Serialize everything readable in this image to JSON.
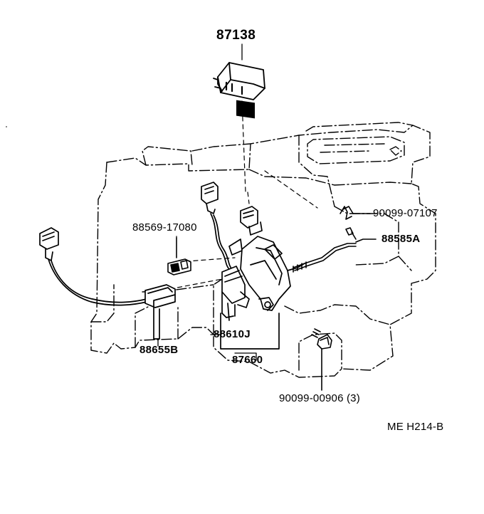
{
  "parts": [
    {
      "key": "p87138",
      "text": "87138"
    },
    {
      "key": "p90099_07107",
      "text": "90099-07107"
    },
    {
      "key": "p88585A",
      "text": "88585A"
    },
    {
      "key": "p88569_17080",
      "text": "88569-17080"
    },
    {
      "key": "p88610J",
      "text": "88610J"
    },
    {
      "key": "p88655B",
      "text": "88655B"
    },
    {
      "key": "p87660",
      "text": "87660"
    },
    {
      "key": "p90099_00906",
      "text": "90099-00906 (3)"
    }
  ],
  "diagram_code": "ME H214-B",
  "colors": {
    "ink": "#000000",
    "paper": "#ffffff"
  }
}
